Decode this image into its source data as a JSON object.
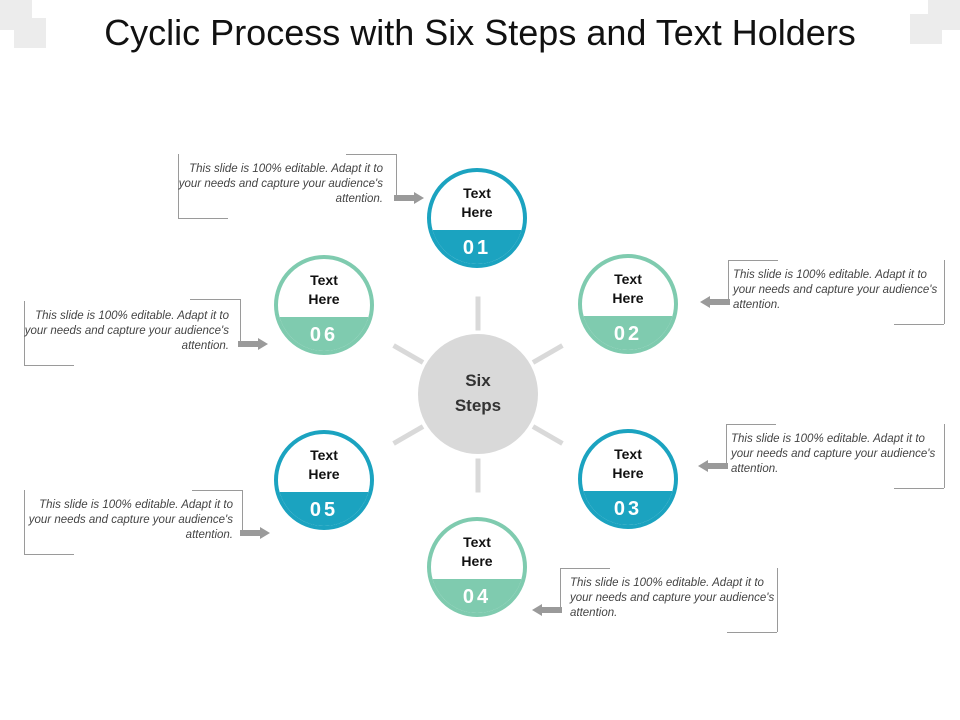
{
  "title": "Cyclic Process with Six Steps and Text Holders",
  "center": {
    "label": "Six\nSteps"
  },
  "colors": {
    "blue": "#1ba3c0",
    "green": "#7fcbaf",
    "hub": "#d9d9d9"
  },
  "steps": [
    {
      "number": "01",
      "label": "Text\nHere",
      "description": "This slide is 100% editable. Adapt it to your needs and capture your audience's attention.",
      "color": "blue"
    },
    {
      "number": "02",
      "label": "Text\nHere",
      "description": "This slide is 100% editable. Adapt it to your needs and capture your audience's attention.",
      "color": "green"
    },
    {
      "number": "03",
      "label": "Text\nHere",
      "description": "This slide is 100% editable. Adapt it to your needs and capture your audience's attention.",
      "color": "blue"
    },
    {
      "number": "04",
      "label": "Text\nHere",
      "description": "This slide is 100% editable. Adapt it to your needs and capture your audience's attention.",
      "color": "green"
    },
    {
      "number": "05",
      "label": "Text\nHere",
      "description": "This slide is 100% editable. Adapt it to your needs and capture your audience's attention.",
      "color": "blue"
    },
    {
      "number": "06",
      "label": "Text\nHere",
      "description": "This slide is 100% editable. Adapt it to your needs and capture your audience's attention.",
      "color": "green"
    }
  ]
}
